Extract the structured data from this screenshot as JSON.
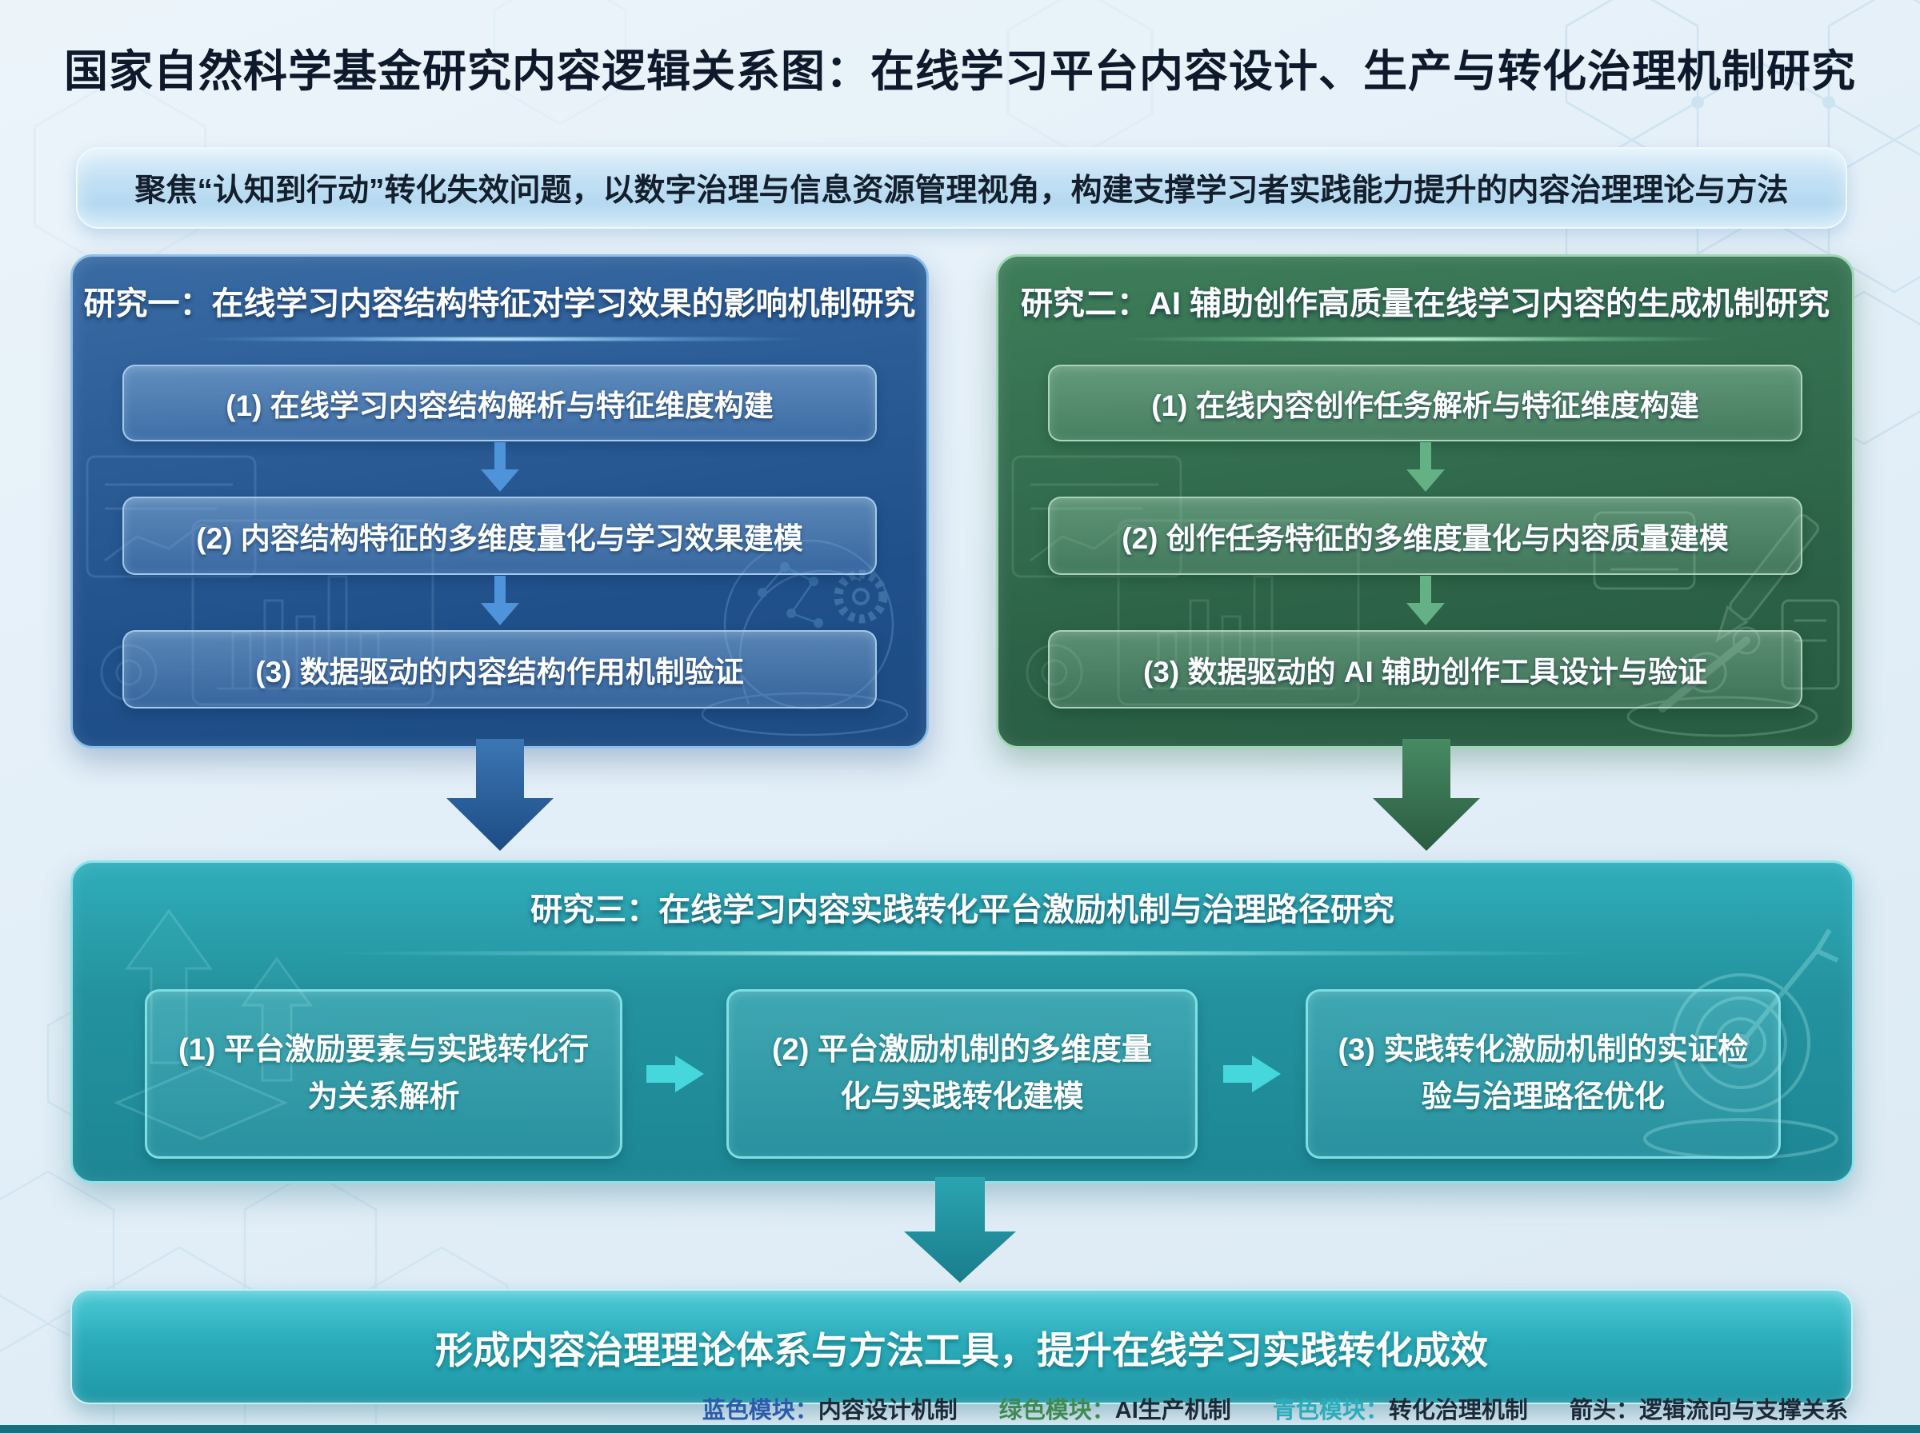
{
  "page": {
    "title": "国家自然科学基金研究内容逻辑关系图：在线学习平台内容设计、生产与转化治理机制研究",
    "subtitle": "聚焦“认知到行动”转化失效问题，以数字治理与信息资源管理视角，构建支撑学习者实践能力提升的内容治理理论与方法"
  },
  "studies": {
    "s1": {
      "title": "研究一：在线学习内容结构特征对学习效果的影响机制研究",
      "steps": [
        "(1) 在线学习内容结构解析与特征维度构建",
        "(2) 内容结构特征的多维度量化与学习效果建模",
        "(3) 数据驱动的内容结构作用机制验证"
      ]
    },
    "s2": {
      "title": "研究二：AI 辅助创作高质量在线学习内容的生成机制研究",
      "steps": [
        "(1) 在线内容创作任务解析与特征维度构建",
        "(2) 创作任务特征的多维度量化与内容质量建模",
        "(3) 数据驱动的 AI 辅助创作工具设计与验证"
      ]
    },
    "s3": {
      "title": "研究三：在线学习内容实践转化平台激励机制与治理路径研究",
      "steps": [
        "(1) 平台激励要素与实践转化行为关系解析",
        "(2) 平台激励机制的多维度量化与实践转化建模",
        "(3) 实践转化激励机制的实证检验与治理路径优化"
      ]
    }
  },
  "outcome": {
    "text": "形成内容治理理论体系与方法工具，提升在线学习实践转化成效"
  },
  "legend": {
    "items": [
      {
        "label": "蓝色模块：",
        "value": "内容设计机制"
      },
      {
        "label": "绿色模块：",
        "value": "AI生产机制"
      },
      {
        "label": "青色模块：",
        "value": "转化治理机制"
      },
      {
        "label": "箭头：",
        "value": "逻辑流向与支撑关系"
      }
    ]
  },
  "colors": {
    "blue_module": "#2b5c96",
    "green_module": "#346f50",
    "teal_module": "#24939f",
    "legend_blue": "#2b5cab",
    "legend_green": "#3f8a52",
    "legend_teal": "#2aacba",
    "background": "#e3eff8"
  }
}
